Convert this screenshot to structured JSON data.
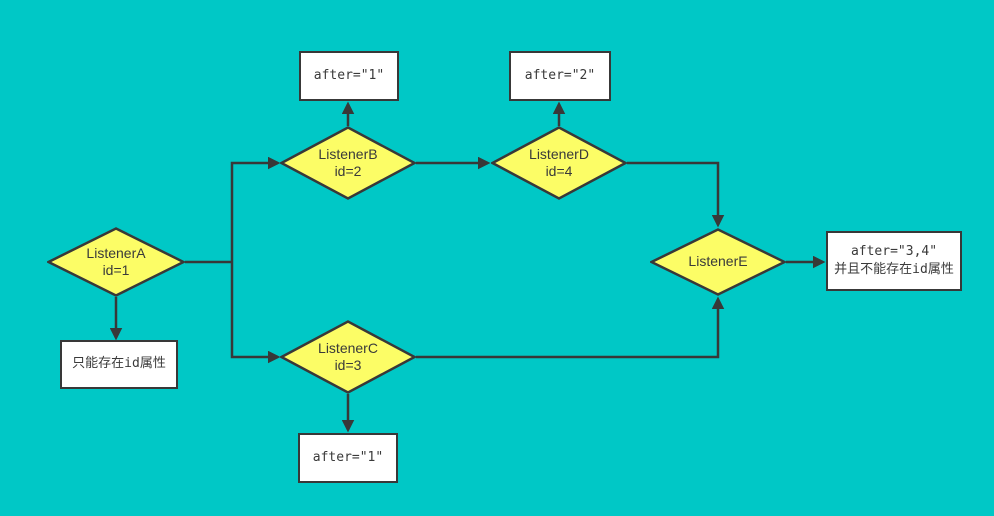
{
  "diagram_title": "listener-id-after-flowchart",
  "colors": {
    "background": "#00c8c6",
    "diamond_fill": "#fcfd66",
    "stroke": "#383838",
    "box_fill": "#ffffff",
    "text": "#3a3a3a"
  },
  "nodes": {
    "listener_a": {
      "type": "decision",
      "label": "ListenerA",
      "id_line": "id=1"
    },
    "listener_b": {
      "type": "decision",
      "label": "ListenerB",
      "id_line": "id=2"
    },
    "listener_c": {
      "type": "decision",
      "label": "ListenerC",
      "id_line": "id=3"
    },
    "listener_d": {
      "type": "decision",
      "label": "ListenerD",
      "id_line": "id=4"
    },
    "listener_e": {
      "type": "decision",
      "label": "ListenerE",
      "id_line": ""
    },
    "note_after_1_top": {
      "type": "note",
      "lines": [
        "after=\"1\""
      ]
    },
    "note_after_2": {
      "type": "note",
      "lines": [
        "after=\"2\""
      ]
    },
    "note_after_34": {
      "type": "note",
      "lines": [
        "after=\"3,4\"",
        "并且不能存在id属性"
      ]
    },
    "note_only_id": {
      "type": "note",
      "lines": [
        "只能存在id属性"
      ]
    },
    "note_after_1_bottom": {
      "type": "note",
      "lines": [
        "after=\"1\""
      ]
    }
  },
  "edges": [
    {
      "from": "listener_a",
      "to": "listener_b"
    },
    {
      "from": "listener_a",
      "to": "listener_c"
    },
    {
      "from": "listener_a",
      "to": "note_only_id"
    },
    {
      "from": "listener_b",
      "to": "note_after_1_top"
    },
    {
      "from": "listener_b",
      "to": "listener_d"
    },
    {
      "from": "listener_d",
      "to": "note_after_2"
    },
    {
      "from": "listener_d",
      "to": "listener_e"
    },
    {
      "from": "listener_c",
      "to": "listener_e"
    },
    {
      "from": "listener_c",
      "to": "note_after_1_bottom"
    },
    {
      "from": "listener_e",
      "to": "note_after_34"
    }
  ]
}
